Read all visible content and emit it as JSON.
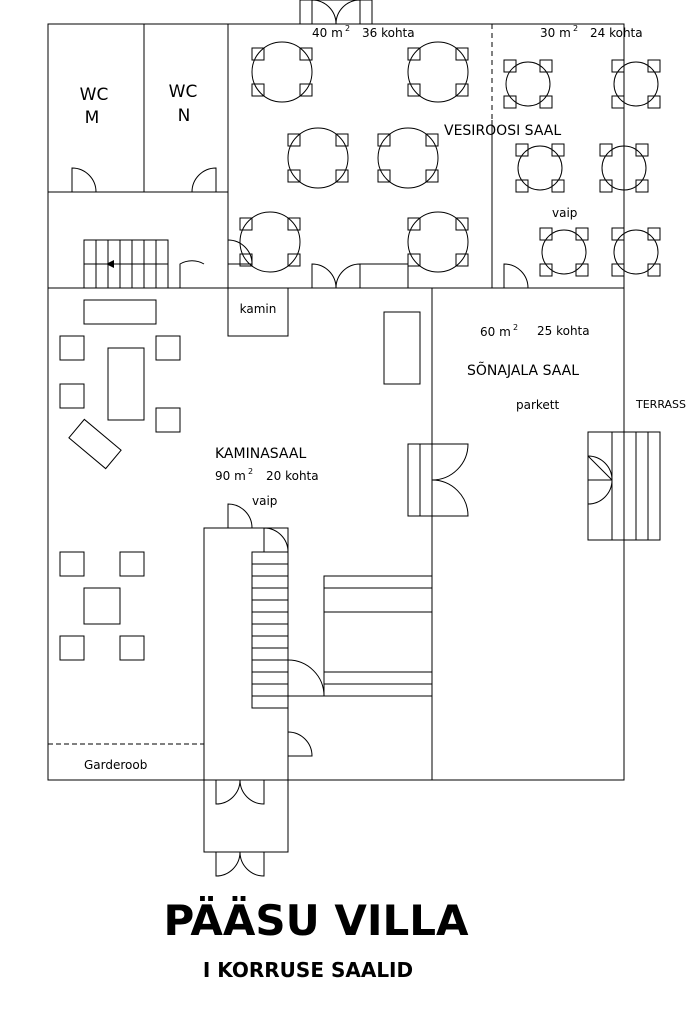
{
  "rooms": {
    "wc_m": {
      "line1": "WC",
      "line2": "M"
    },
    "wc_n": {
      "line1": "WC",
      "line2": "N"
    },
    "hall_40": {
      "area": "40 m",
      "sup": "2",
      "seats": "36 kohta"
    },
    "vesiroosi": {
      "area": "30 m",
      "sup": "2",
      "seats": "24 kohta",
      "name": "VESIROOSI SAAL",
      "floor": "vaip"
    },
    "kamin": {
      "label": "kamin"
    },
    "sonajala": {
      "area": "60 m",
      "sup": "2",
      "seats": "25 kohta",
      "name": "SÕNAJALA SAAL",
      "floor": "parkett"
    },
    "terrass": {
      "label": "TERRASS"
    },
    "kaminasaal": {
      "name": "KAMINASAAL",
      "area": "90 m",
      "sup": "2",
      "seats": "20 kohta",
      "floor": "vaip"
    },
    "garderoob": {
      "label": "Garderoob"
    }
  },
  "title": {
    "main": "PÄÄSU VILLA",
    "sub": "I KORRUSE SAALID"
  },
  "colors": {
    "vesiroosi": "#3a3ab4",
    "sonajala": "#e0a020",
    "kaminasaal": "#1a7a1a",
    "title": "#3a3ae6",
    "wc": "#888888"
  }
}
